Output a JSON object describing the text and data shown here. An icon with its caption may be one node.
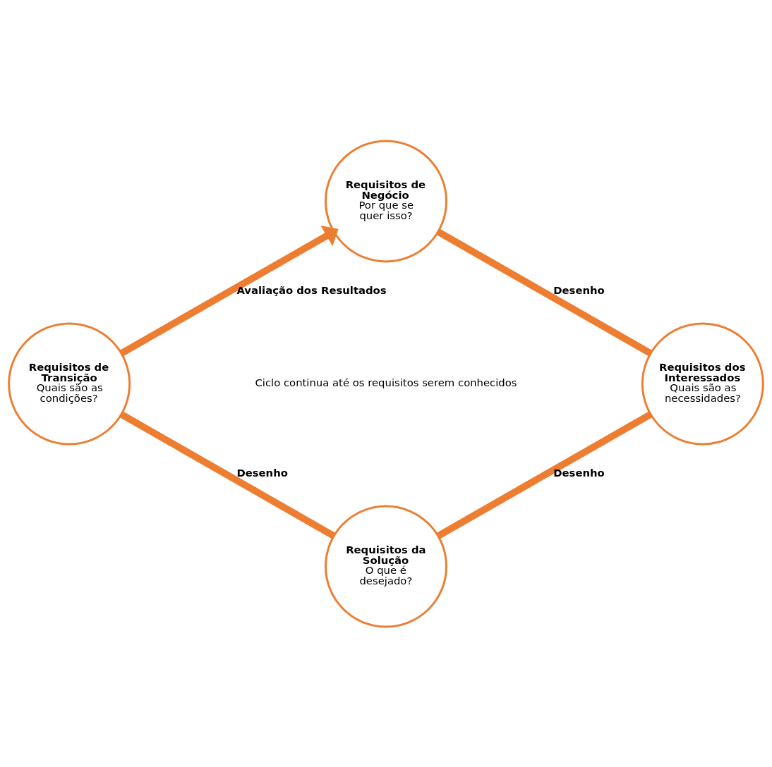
{
  "diagram": {
    "nodes": [
      {
        "text": [
          "Requisitos de Negócio",
          "Por que se quer isso?"
        ]
      },
      {
        "text": [
          "Requisitos dos Interessados",
          "Quais são as necessidades?"
        ]
      },
      {
        "text": [
          "Requisitos da Solução",
          "O que é desejado?"
        ]
      },
      {
        "text": [
          "Requisitos de Transição",
          "Quais são as condições?"
        ]
      }
    ],
    "edges": [
      {
        "from": 0,
        "to": 1,
        "arrow": "none",
        "label": "Desenho"
      },
      {
        "from": 1,
        "to": 2,
        "arrow": "none",
        "label": "Desenho"
      },
      {
        "from": 2,
        "to": 3,
        "arrow": "none",
        "label": "Desenho"
      },
      {
        "from": 3,
        "to": 0,
        "arrow": "to",
        "label": "Avaliação dos Resultados"
      }
    ],
    "labels": [
      "Ciclo continua até os requisitos serem conhecidos"
    ]
  }
}
